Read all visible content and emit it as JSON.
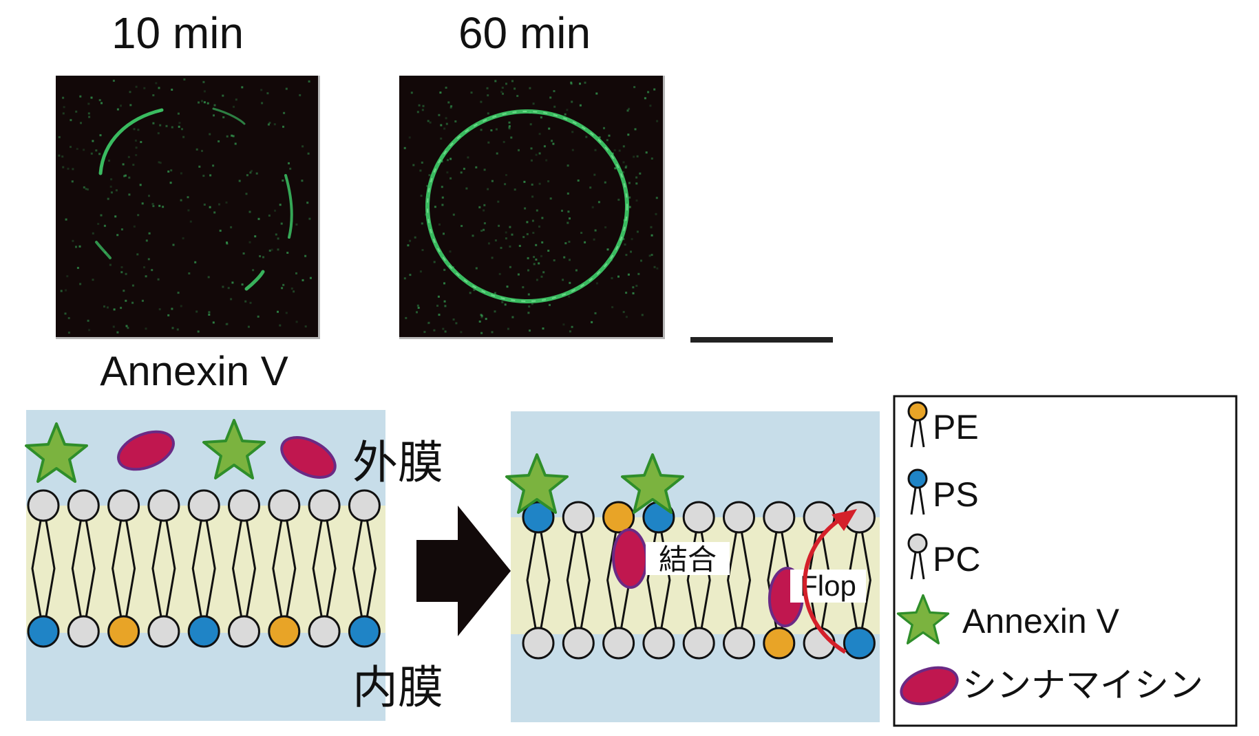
{
  "panels": [
    {
      "time_label": "10 min"
    },
    {
      "time_label": "60 min"
    }
  ],
  "stain_label": "Annexin V",
  "membrane_labels": {
    "outer": "外膜",
    "inner": "内膜"
  },
  "annotations": {
    "binding": "結合",
    "flop": "Flop"
  },
  "legend": [
    {
      "key": "pe",
      "label": "PE",
      "color": "#e8a427"
    },
    {
      "key": "ps",
      "label": "PS",
      "color": "#1f84c6"
    },
    {
      "key": "pc",
      "label": "PC",
      "color": "#dadada"
    },
    {
      "key": "annexin",
      "label": "Annexin V",
      "color": "#7bb33f"
    },
    {
      "key": "cinnamycin",
      "label": "シンナマイシン",
      "color": "#c0174f"
    }
  ],
  "left_membrane": {
    "outer_leaflet": [
      "pc",
      "pc",
      "pc",
      "pc",
      "pc",
      "pc",
      "pc",
      "pc",
      "pc"
    ],
    "inner_leaflet": [
      "ps",
      "pc",
      "pe",
      "pc",
      "ps",
      "pc",
      "pe",
      "pc",
      "ps"
    ]
  },
  "right_membrane": {
    "outer_leaflet": [
      "ps",
      "pc",
      "pe",
      "ps",
      "pc",
      "pc",
      "pc",
      "pc",
      "pc"
    ],
    "inner_leaflet": [
      "pc",
      "pc",
      "pc",
      "pc",
      "pc",
      "pc",
      "pe",
      "pc",
      "ps"
    ]
  },
  "colors": {
    "water": "#c7dde9",
    "membrane_core": "#ebecc8",
    "micrograph_bg": "#120808",
    "fluorescence": "#3fcf6a",
    "flop_arrow": "#d4202a"
  }
}
